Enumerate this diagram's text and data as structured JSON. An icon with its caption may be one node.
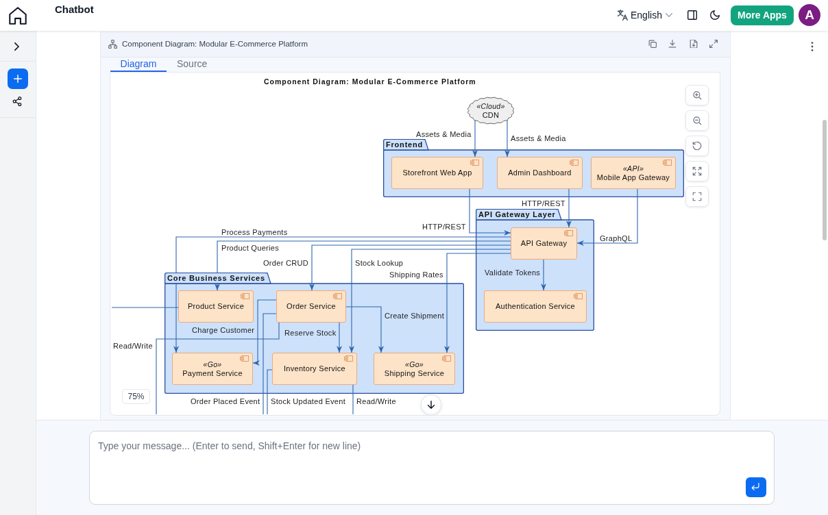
{
  "diagram": {
    "title": "Component Diagram: Modular E-Commerce Platform",
    "nodes": [
      {
        "text": [
          "«Cloud»",
          "CDN"
        ]
      },
      {
        "text": [
          "Frontend"
        ]
      },
      {
        "text": [
          "Storefront Web App"
        ],
        "in": 1
      },
      {
        "text": [
          "Admin Dashboard"
        ],
        "in": 1
      },
      {
        "text": [
          "«API»",
          "Mobile App Gateway"
        ],
        "in": 1
      },
      {
        "text": [
          "API Gateway Layer"
        ]
      },
      {
        "text": [
          "API Gateway"
        ],
        "in": 5
      },
      {
        "text": [
          "Authentication Service"
        ],
        "in": 5
      },
      {
        "text": [
          "Core Business Services"
        ]
      },
      {
        "text": [
          "Product Service"
        ],
        "in": 8
      },
      {
        "text": [
          "Order Service"
        ],
        "in": 8
      },
      {
        "text": [
          "«Go»",
          "Payment Service"
        ],
        "in": 8
      },
      {
        "text": [
          "Inventory Service"
        ],
        "in": 8
      },
      {
        "text": [
          "«Go»",
          "Shipping Service"
        ],
        "in": 8
      }
    ],
    "edges": [
      {
        "from": 0,
        "to": 2,
        "arrow": "to",
        "label": "Assets & Media"
      },
      {
        "from": 0,
        "to": 3,
        "arrow": "to",
        "label": "Assets & Media"
      },
      {
        "from": 2,
        "to": 6,
        "arrow": "to",
        "label": "HTTP/REST"
      },
      {
        "from": 3,
        "to": 6,
        "arrow": "to",
        "label": "HTTP/REST"
      },
      {
        "from": 4,
        "to": 6,
        "arrow": "to",
        "label": "GraphQL"
      },
      {
        "from": 6,
        "to": 11,
        "arrow": "to",
        "label": "Process Payments"
      },
      {
        "from": 6,
        "to": 9,
        "arrow": "to",
        "label": "Product Queries"
      },
      {
        "from": 6,
        "to": 10,
        "arrow": "to",
        "label": "Order CRUD"
      },
      {
        "from": 6,
        "to": 12,
        "arrow": "to",
        "label": "Stock Lookup"
      },
      {
        "from": 6,
        "to": 13,
        "arrow": "to",
        "label": "Shipping Rates"
      },
      {
        "from": 6,
        "to": 7,
        "arrow": "to",
        "label": "Validate Tokens"
      },
      {
        "from": 9,
        "to": null,
        "arrow": "none"
      },
      {
        "from": 10,
        "to": 11,
        "arrow": "to",
        "label": "Charge Customer"
      },
      {
        "from": 10,
        "to": 12,
        "arrow": "to",
        "label": "Reserve Stock"
      },
      {
        "from": 10,
        "to": 13,
        "arrow": "to",
        "label": "Create Shipment"
      },
      {
        "from": 10,
        "to": null,
        "arrow": "none",
        "label": "Read/Write"
      },
      {
        "from": 10,
        "to": null,
        "arrow": "none",
        "label": "Order Placed Event"
      },
      {
        "from": 12,
        "to": null,
        "arrow": "none",
        "label": "Stock Updated Event"
      },
      {
        "from": 12,
        "to": null,
        "arrow": "none",
        "label": "Read/Write"
      }
    ],
    "labels": [
      "Chatbot",
      "English",
      "More Apps",
      "A",
      "Component Diagram: Modular E-Commerce Platform",
      "Diagram",
      "Source",
      "75%",
      "Type your message... (Enter to send, Shift+Enter for new line)"
    ]
  }
}
